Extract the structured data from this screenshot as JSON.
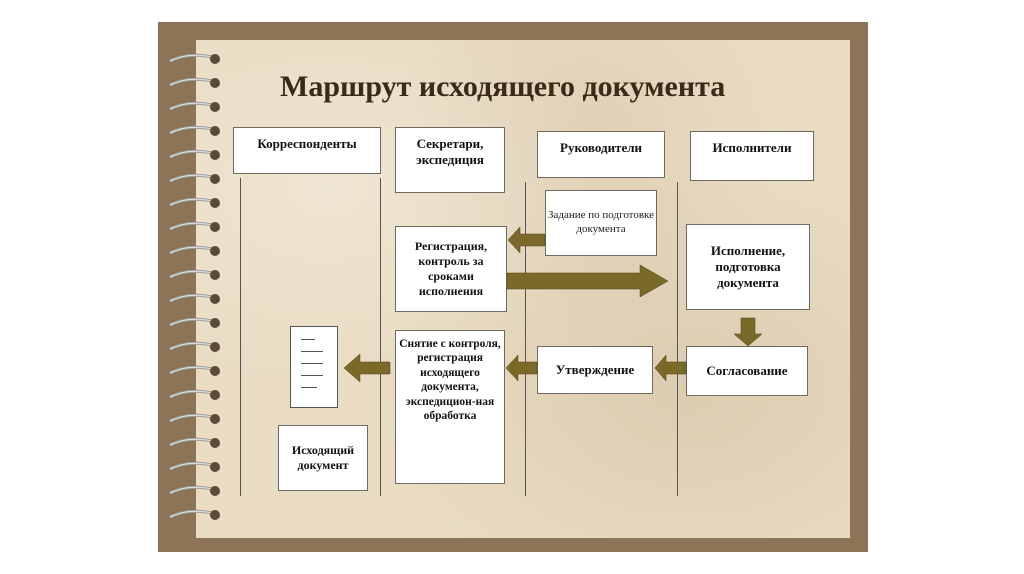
{
  "title": "Маршрут исходящего документа",
  "columns": {
    "c1": "Корреспонденты",
    "c2": "Секретари, экспедиция",
    "c3": "Руководители",
    "c4": "Исполнители"
  },
  "steps": {
    "task": "Задание по подготовке документа",
    "registration": "Регистрация, контроль за сроками исполнения",
    "execution": "Исполнение, подготовка документа",
    "approval_agreement": "Согласование",
    "approval": "Утверждение",
    "removal": "Снятие с контроля, регистрация исходящего документа, экспедицион-ная обработка",
    "outgoing": "Исходящий документ"
  },
  "colors": {
    "arrow": "#7a6a2a",
    "frame": "#8d7457",
    "paper": "#e9dcc3"
  }
}
